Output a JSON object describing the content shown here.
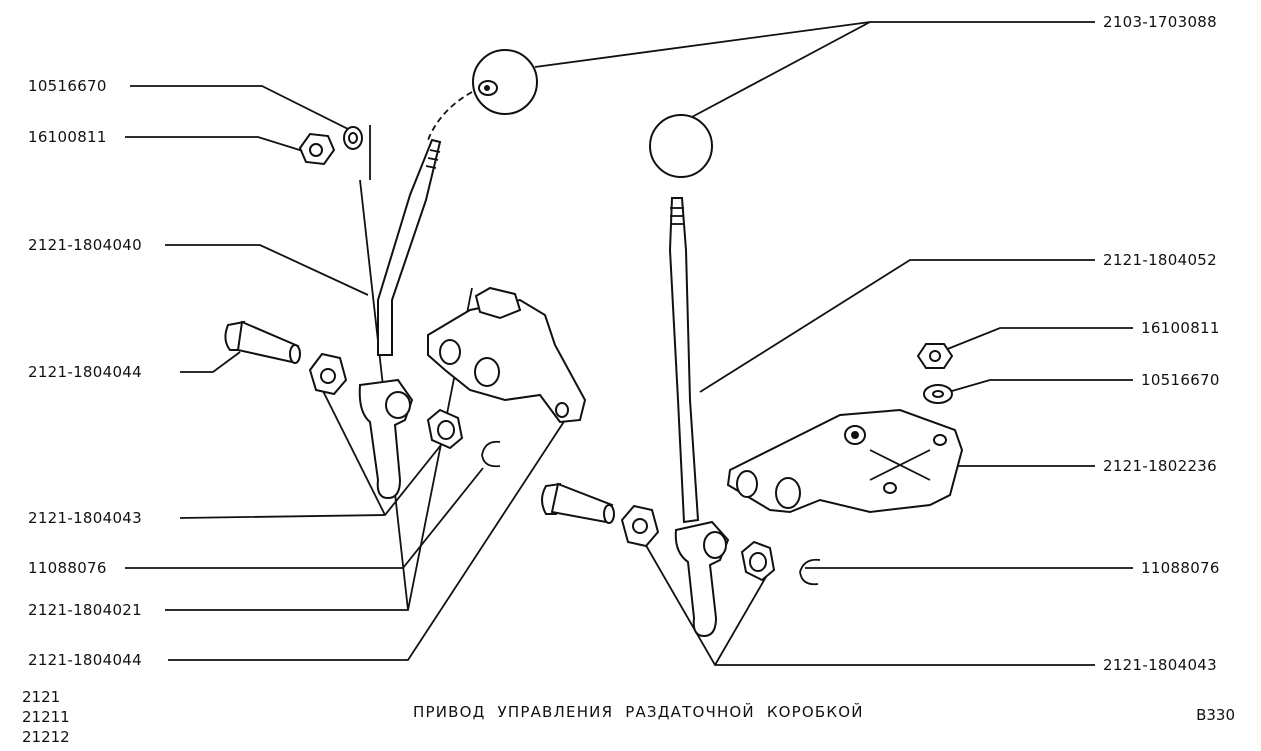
{
  "title": "ПРИВОД УПРАВЛЕНИЯ РАЗДАТОЧНОЙ КОРОБКОЙ",
  "drawing_code": "В330",
  "models": [
    "2121",
    "21211",
    "21212"
  ],
  "labels": {
    "knob_right": "2103-1703088",
    "washer_top_left": "10516670",
    "nut_top_left": "16100811",
    "lever_left": "2121-1804040",
    "lever_right": "2121-1804052",
    "nut_right": "16100811",
    "washer_right": "10516670",
    "bolt_left": "2121-1804044",
    "bracket_right": "2121-1802236",
    "bushing_left": "2121-1804043",
    "clip_left": "11088076",
    "clip_right": "11088076",
    "bracket_left": "2121-1804021",
    "bolt_bottom_left": "2121-1804044",
    "bushing_right": "2121-1804043"
  }
}
